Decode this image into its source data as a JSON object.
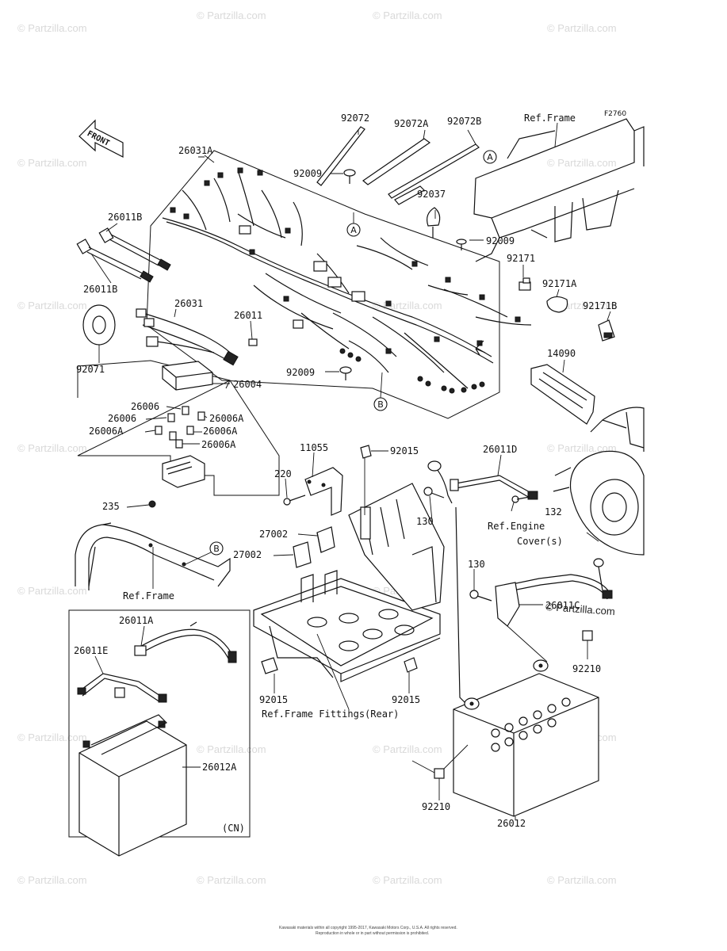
{
  "diagram": {
    "code": "F2760",
    "front_label": "FRONT",
    "watermark": "© Partzilla.com",
    "copyright": "© Partzilla.com",
    "footer_line1": "Kawasaki materials within all copyright 1995-2017, Kawasaki Motors Corp., U.S.A. All rights reserved.",
    "footer_line2": "Reproduction in whole or in part without permission is prohibited.",
    "callouts": {
      "a": "A",
      "b": "B"
    },
    "labels": {
      "p92072": "92072",
      "p92072a": "92072A",
      "p92072b": "92072B",
      "ref_frame_top": "Ref.Frame",
      "p26031a": "26031A",
      "p92009_1": "92009",
      "p92037": "92037",
      "p92009_2": "92009",
      "p26011b_1": "26011B",
      "p26011b_2": "26011B",
      "p92171": "92171",
      "p92171a": "92171A",
      "p92171b": "92171B",
      "p26031": "26031",
      "p26011": "26011",
      "p92071": "92071",
      "p92009_3": "92009",
      "p14090": "14090",
      "p26004": "26004",
      "p26006_1": "26006",
      "p26006_2": "26006",
      "p26006a_1": "26006A",
      "p26006a_2": "26006A",
      "p26006a_3": "26006A",
      "p26006a_4": "26006A",
      "p11055": "11055",
      "p92015_1": "92015",
      "p26011d": "26011D",
      "p220": "220",
      "p235": "235",
      "p132": "132",
      "p130_1": "130",
      "ref_engine_1": "Ref.Engine",
      "ref_engine_2": "Cover(s)",
      "p27002_1": "27002",
      "p27002_2": "27002",
      "ref_frame_mid": "Ref.Frame",
      "p130_2": "130",
      "p26011c": "26011C",
      "p26011a": "26011A",
      "p26011e": "26011E",
      "p92210_1": "92210",
      "p92015_2": "92015",
      "p92015_3": "92015",
      "ref_frame_fittings": "Ref.Frame Fittings(Rear)",
      "p26012a": "26012A",
      "p92210_2": "92210",
      "cn": "(CN)",
      "p26012": "26012"
    }
  }
}
